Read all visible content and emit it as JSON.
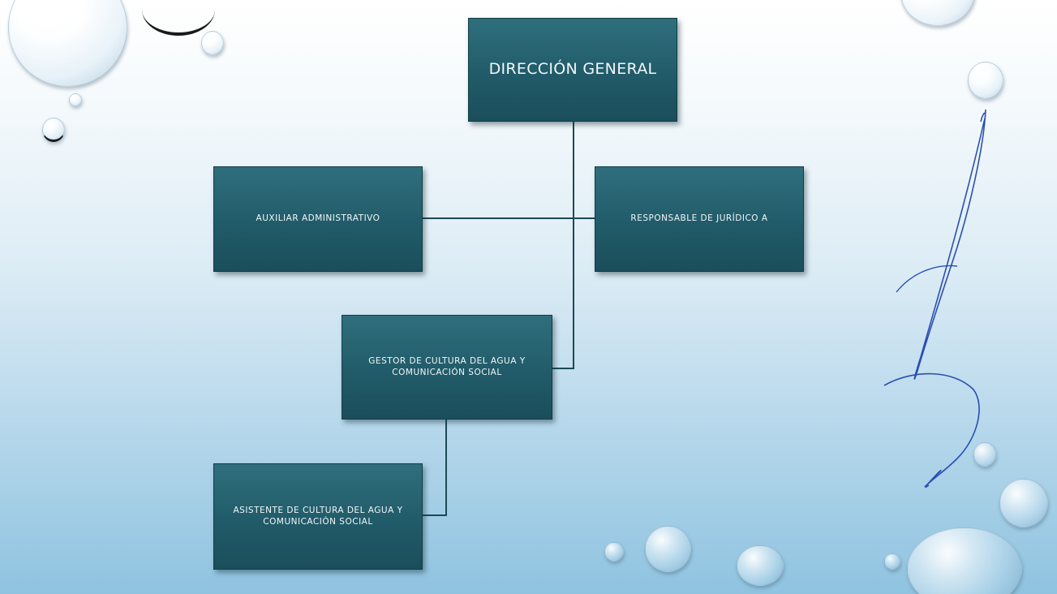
{
  "org_chart": {
    "director": "DIRECCIÓN GENERAL",
    "admin_assistant": "AUXILIAR ADMINISTRATIVO",
    "legal": "RESPONSABLE DE JURÍDICO A",
    "water_culture_manager": "GESTOR DE CULTURA DEL AGUA Y COMUNICACIÓN SOCIAL",
    "water_culture_assistant": "ASISTENTE DE CULTURA DEL AGUA Y COMUNICACIÓN SOCIAL"
  },
  "colors": {
    "box_fill": "#215b69",
    "box_text": "#f2f7f9",
    "connector": "#1c4a55",
    "signature_ink": "#2a4fb0"
  },
  "icons": [
    "water-drop-icon",
    "handwritten-signature-icon"
  ]
}
